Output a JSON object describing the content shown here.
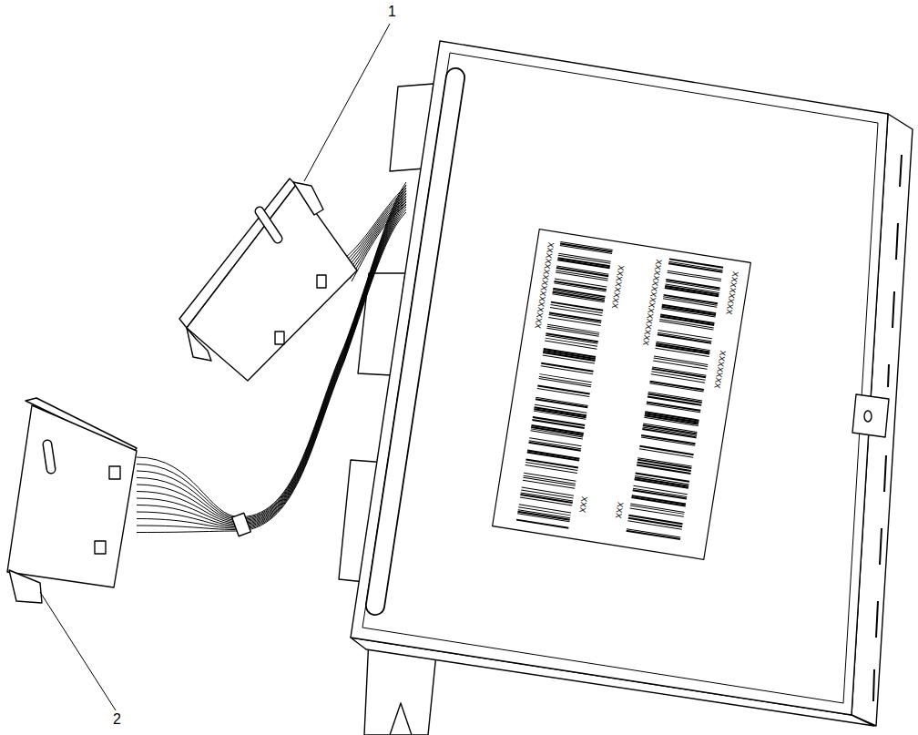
{
  "diagram": {
    "labels": [
      "1",
      "2",
      "XXXXXXXXXXXXXXXX",
      "XXXXXXXX",
      "XXX",
      "XXXXXXXXXXXXXXXX",
      "XXXXXXXX",
      "XXXXXXX",
      "XXX"
    ]
  }
}
